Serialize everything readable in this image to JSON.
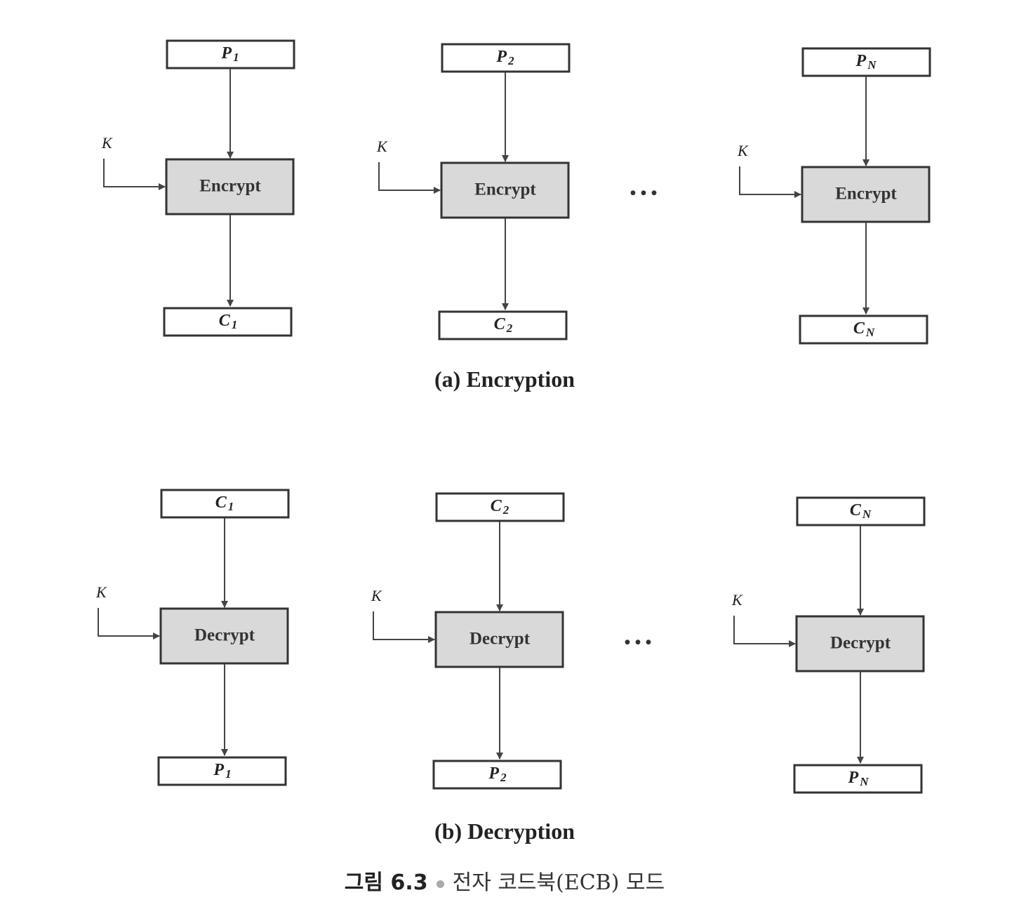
{
  "key_label": "K",
  "ellipsis": "• • •",
  "encryption": {
    "caption": "(a) Encryption",
    "op": "Encrypt",
    "blocks": [
      {
        "input": "P",
        "input_sub": "1",
        "output": "C",
        "output_sub": "1"
      },
      {
        "input": "P",
        "input_sub": "2",
        "output": "C",
        "output_sub": "2"
      },
      {
        "input": "P",
        "input_sub": "N",
        "output": "C",
        "output_sub": "N"
      }
    ]
  },
  "decryption": {
    "caption": "(b) Decryption",
    "op": "Decrypt",
    "blocks": [
      {
        "input": "C",
        "input_sub": "1",
        "output": "P",
        "output_sub": "1"
      },
      {
        "input": "C",
        "input_sub": "2",
        "output": "P",
        "output_sub": "2"
      },
      {
        "input": "C",
        "input_sub": "N",
        "output": "P",
        "output_sub": "N"
      }
    ]
  },
  "figure": {
    "label": "그림 6.3",
    "title": "전자 코드북(ECB) 모드"
  }
}
